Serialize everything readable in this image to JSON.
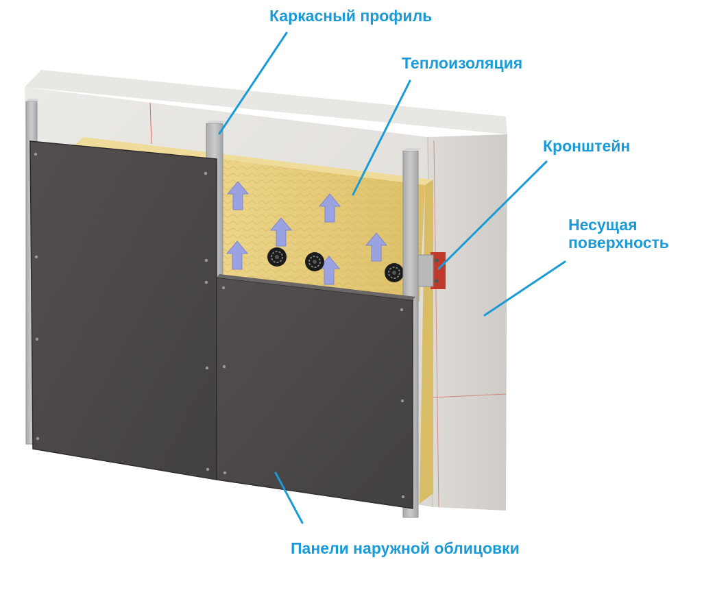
{
  "labels": {
    "frame_profile": "Каркасный профиль",
    "insulation": "Теплоизоляция",
    "bracket": "Кронштейн",
    "bearing_surface_line1": "Несущая",
    "bearing_surface_line2": "поверхность",
    "cladding_panels": "Панели наружной облицовки"
  },
  "colors": {
    "label": "#1a9ad6",
    "leader": "#1a9ad6",
    "concrete": "#e6e4e1",
    "concrete_side": "#d9d6d2",
    "panel": "#4b4847",
    "insulation": "#e9cf7e",
    "profile": "#b9bbbd",
    "arrow": "#9aa2e2",
    "bracket": "#c0392b"
  }
}
